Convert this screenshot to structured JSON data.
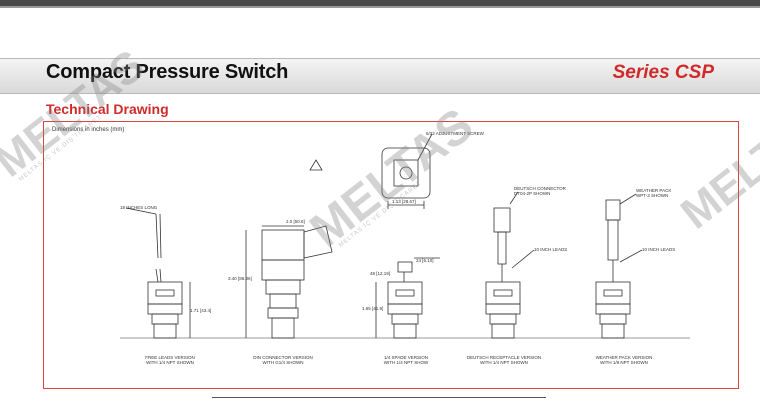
{
  "header": {
    "title": "Compact Pressure Switch",
    "series": "Series CSP"
  },
  "section": {
    "heading": "Technical Drawing",
    "dimensions_note": "Dimensions in inches (mm)"
  },
  "callouts": {
    "adjustment_screw": "5/32 ADJUSTMENT SCREW",
    "leads_long": "18 INCHES LONG",
    "deutsch_connector": "DEUTSCH CONNECTOR DT04-2P SHOWN",
    "weather_pack": "WEATHER PACK WPT-3 SHOWN",
    "leads_deutsch": "10 INCH LEADS",
    "leads_weather": "10 INCH LEADS"
  },
  "dimensions": {
    "din_width": "2.0 [50.8]",
    "din_height": "3.40 [86.36]",
    "free_height": "1.71 [43.4]",
    "spade_top": "24 [6.10]",
    "spade_side": "48 [12.19]",
    "spade_height": "1.65 [41.9]",
    "top_width": "1.13 [28.67]"
  },
  "versions": [
    {
      "line1": "FREE LEADS VERSION",
      "line2": "WITH 1/4 NPT SHOWN"
    },
    {
      "line1": "DIN CONNECTOR VERSION",
      "line2": "WITH G1/4 SHOWN"
    },
    {
      "line1": "1/4 SPADE VERSION",
      "line2": "WITH 1/4 NPT SHOW"
    },
    {
      "line1": "DEUTSCH RECEPTACLE VERSION",
      "line2": "WITH 1/4 NPT SHOWN"
    },
    {
      "line1": "WEATHER PACK VERSION",
      "line2": "WITH 1/8 NPT SHOWN"
    }
  ],
  "watermark": {
    "brand": "MELTAS",
    "sub": "MELTAS İÇ VE DIŞ TİCARET"
  }
}
